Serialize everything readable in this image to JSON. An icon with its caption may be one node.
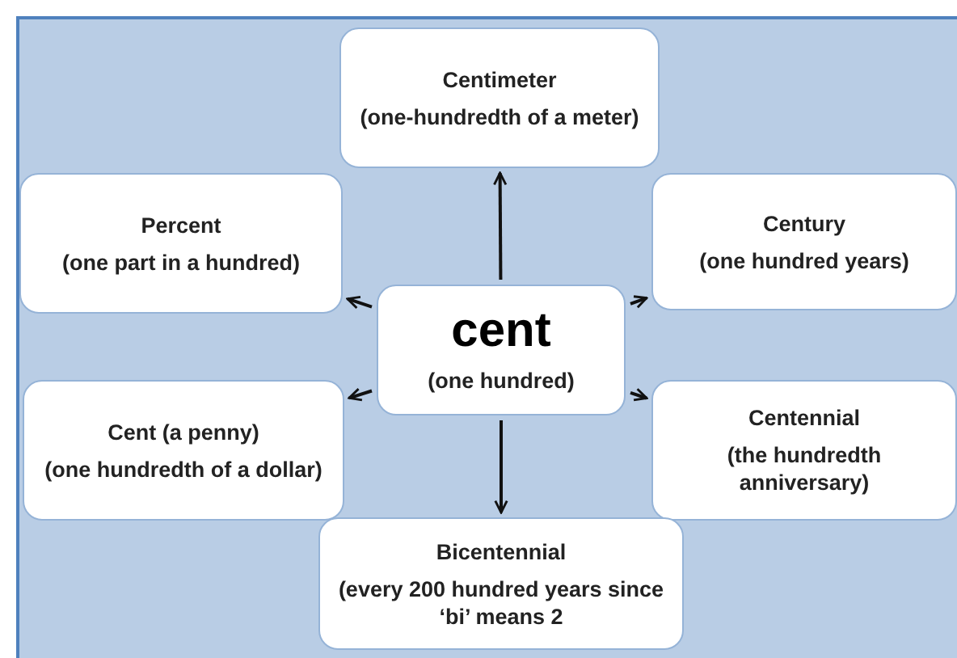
{
  "diagram": {
    "nodes": [
      {
        "text": [
          "cent",
          "(one hundred)"
        ]
      },
      {
        "text": [
          "Centimeter",
          "(one-hundredth of a meter)"
        ]
      },
      {
        "text": [
          "Percent",
          "(one part in a hundred)"
        ]
      },
      {
        "text": [
          "Century",
          "(one hundred years)"
        ]
      },
      {
        "text": [
          "Cent (a penny)",
          "(one hundredth of a dollar)"
        ]
      },
      {
        "text": [
          "Centennial",
          "(the hundredth anniversary)"
        ]
      },
      {
        "text": [
          "Bicentennial",
          "(every 200 hundred years since ‘bi’ means 2"
        ]
      }
    ],
    "edges": [
      {
        "from": 0,
        "to": 1,
        "arrow": "to"
      },
      {
        "from": 0,
        "to": 2,
        "arrow": "to"
      },
      {
        "from": 0,
        "to": 3,
        "arrow": "to"
      },
      {
        "from": 0,
        "to": 4,
        "arrow": "to"
      },
      {
        "from": 0,
        "to": 5,
        "arrow": "to"
      },
      {
        "from": 0,
        "to": 6,
        "arrow": "to"
      }
    ]
  }
}
